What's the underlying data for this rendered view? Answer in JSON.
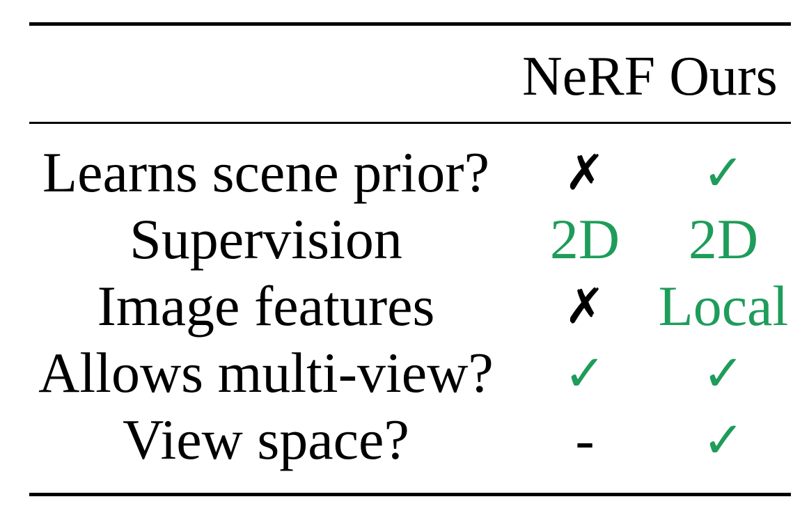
{
  "table": {
    "columns": [
      "NeRF",
      "Ours"
    ],
    "rows": [
      {
        "label": "Learns scene prior?",
        "nerf": "✗",
        "ours": "✓"
      },
      {
        "label": "Supervision",
        "nerf": "2D",
        "ours": "2D"
      },
      {
        "label": "Image features",
        "nerf": "✗",
        "ours": "Local"
      },
      {
        "label": "Allows multi-view?",
        "nerf": "✓",
        "ours": "✓"
      },
      {
        "label": "View space?",
        "nerf": "-",
        "ours": "✓"
      }
    ]
  },
  "colors": {
    "positive": "#1e9c5a",
    "text": "#000000"
  }
}
